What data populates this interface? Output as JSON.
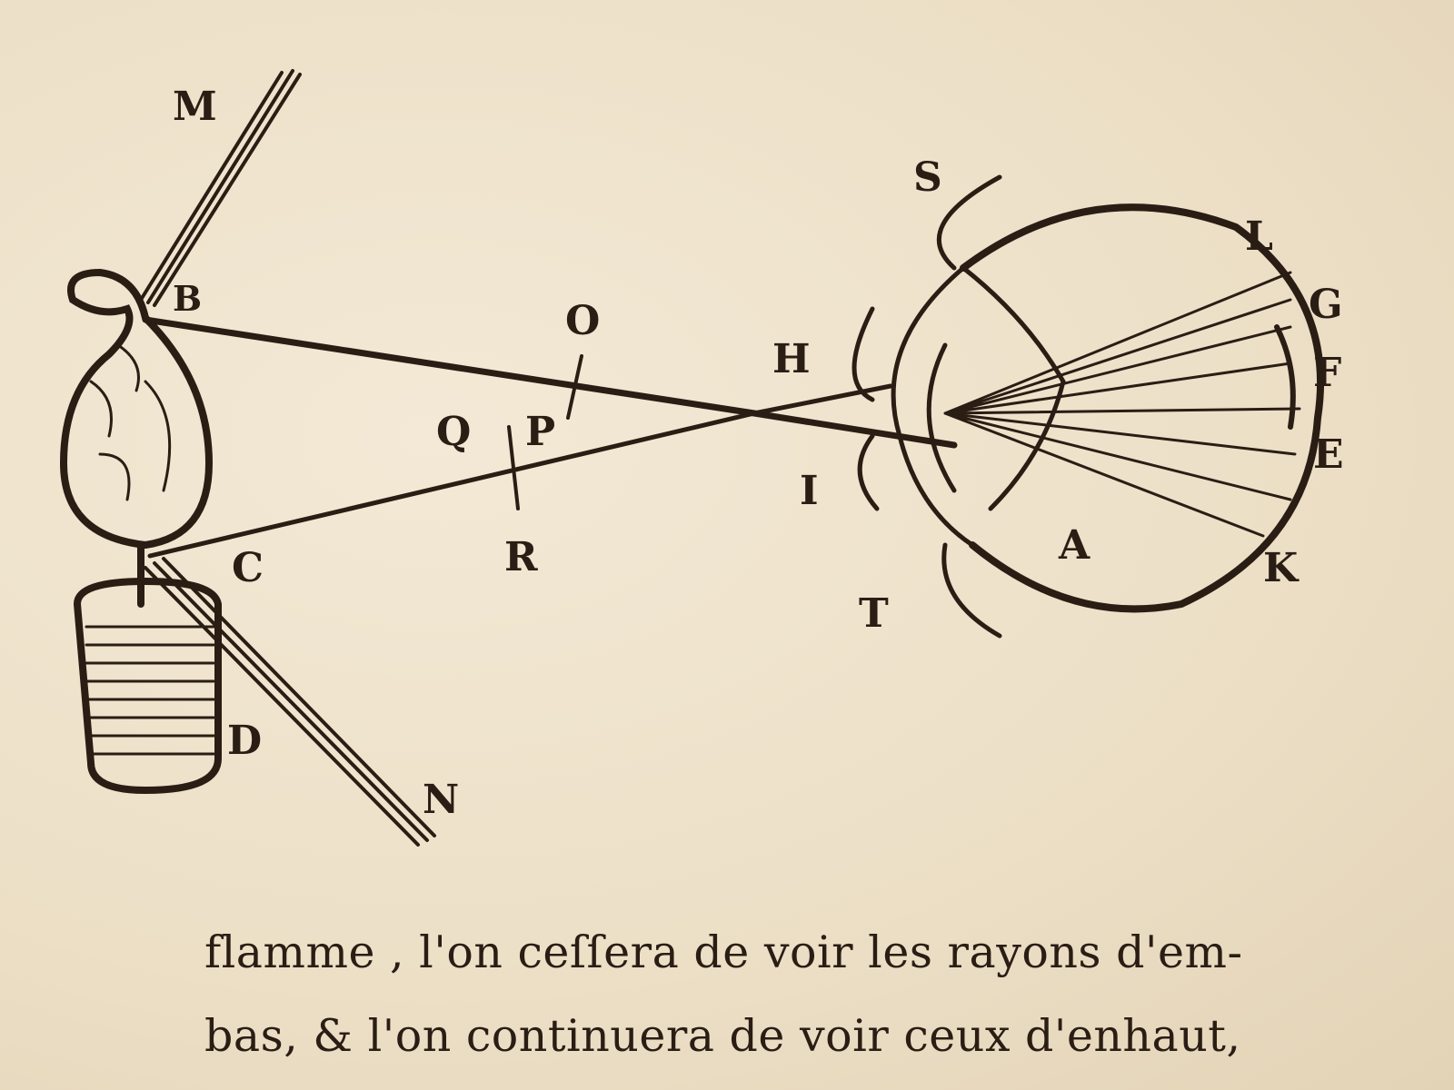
{
  "figure": {
    "labels": {
      "M": "M",
      "B": "B",
      "O": "O",
      "H": "H",
      "S": "S",
      "L": "L",
      "G": "G",
      "F": "F",
      "E": "E",
      "Q": "Q",
      "P": "P",
      "I": "I",
      "R": "R",
      "C": "C",
      "A": "A",
      "K": "K",
      "T": "T",
      "D": "D",
      "N": "N"
    }
  },
  "text": {
    "line1": "flamme , l'on ceſſera de voir les rayons d'em-",
    "line2": "bas, & l'on continuera de voir ceux d'enhaut,"
  },
  "colors": {
    "paper": "#eee2cb",
    "ink": "#2a1d14"
  }
}
